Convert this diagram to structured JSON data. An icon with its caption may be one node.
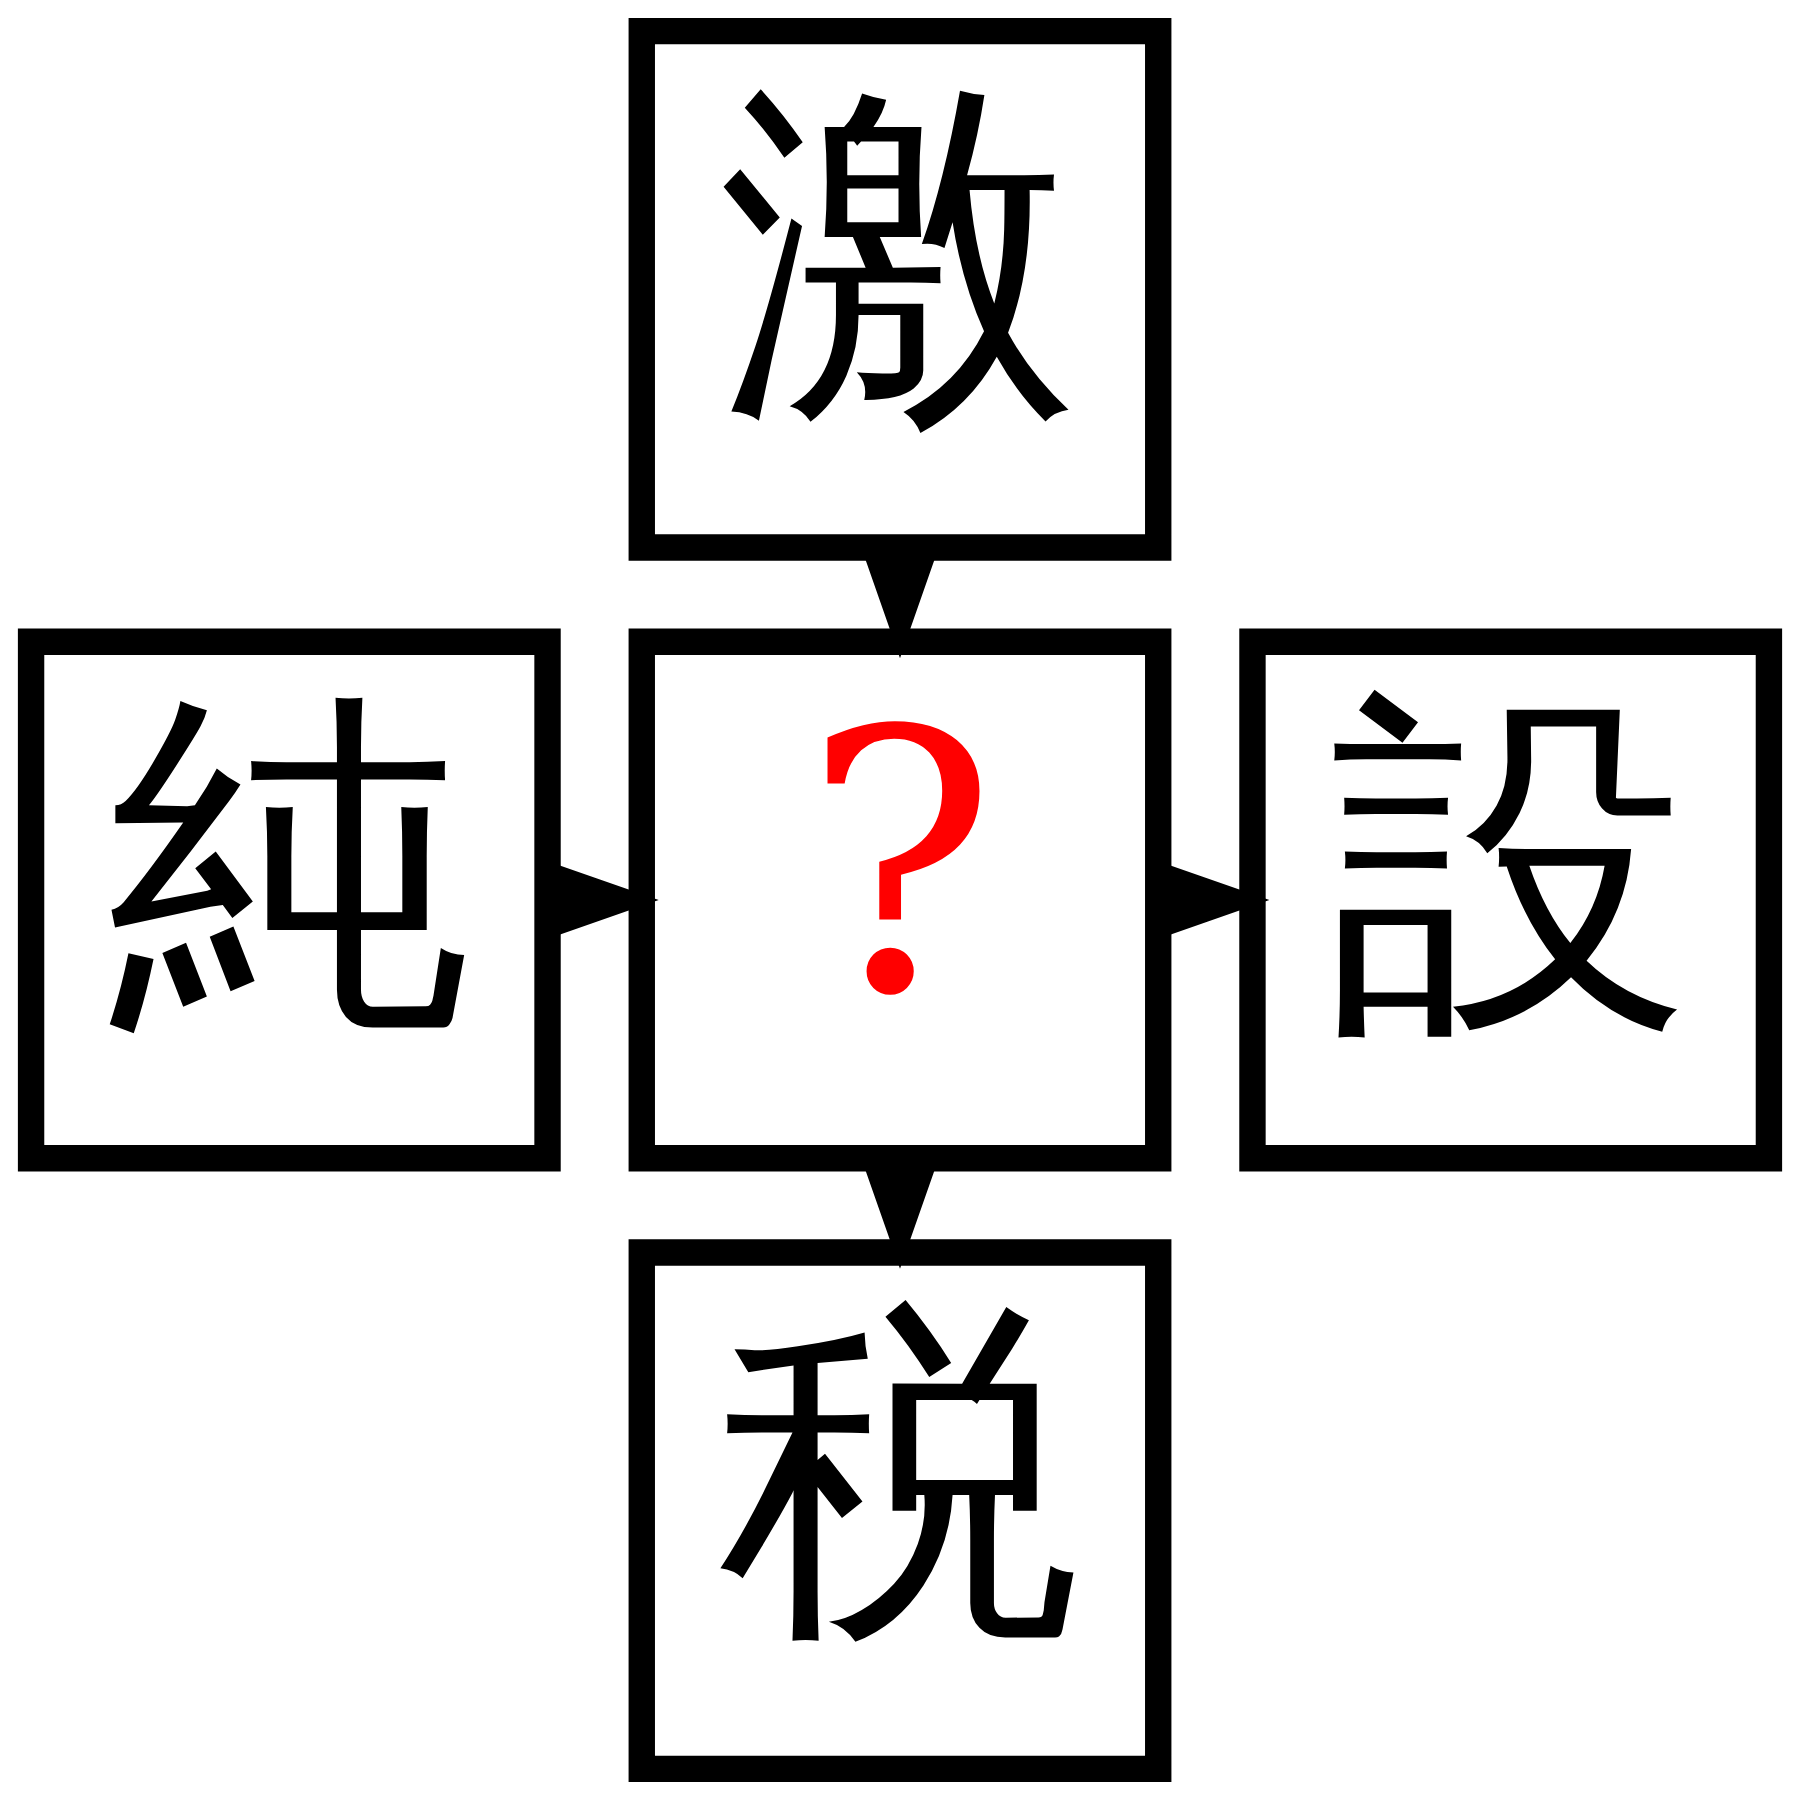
{
  "diagram": {
    "nodes": [
      {
        "text": [
          "激"
        ]
      },
      {
        "text": [
          "純"
        ]
      },
      {
        "text": [
          "?"
        ]
      },
      {
        "text": [
          "設"
        ]
      },
      {
        "text": [
          "税"
        ]
      }
    ],
    "edges": [
      {
        "from": 0,
        "to": 2,
        "arrow": "to"
      },
      {
        "from": 1,
        "to": 2,
        "arrow": "to"
      },
      {
        "from": 2,
        "to": 3,
        "arrow": "to"
      },
      {
        "from": 2,
        "to": 4,
        "arrow": "to"
      }
    ]
  }
}
